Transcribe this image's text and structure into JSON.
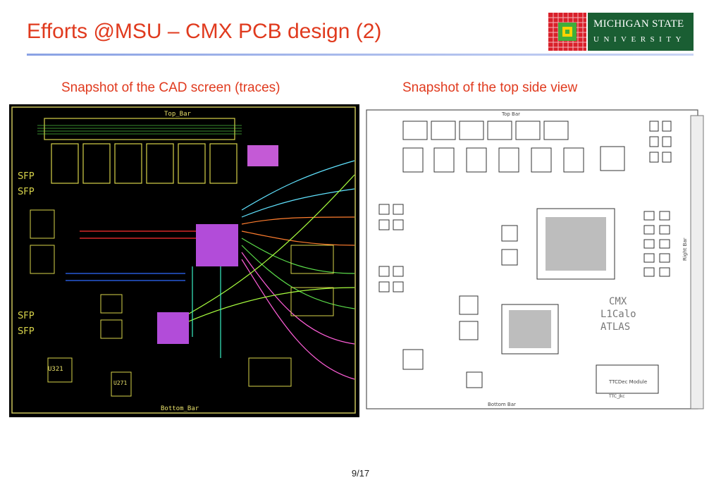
{
  "slide": {
    "title": "Efforts @MSU – CMX PCB design (2)",
    "page_number": "9/17"
  },
  "logo": {
    "line1": "MICHIGAN STATE",
    "line2": "UNIVERSITY",
    "brand_color": "#1a5e33"
  },
  "panels": {
    "left_caption": "Snapshot of the CAD screen (traces)",
    "right_caption": "Snapshot of the top side view"
  },
  "cad_board": {
    "top_label": "Top_Bar",
    "bottom_label": "Bottom_Bar",
    "side_labels": [
      "SFP",
      "SFP",
      "SFP",
      "SFP"
    ],
    "parts": [
      "U321",
      "U271"
    ]
  },
  "top_view": {
    "top_label": "Top Bar",
    "bottom_label": "Bottom Bar",
    "right_label": "Right Bar",
    "board_text": [
      "CMX",
      "L1Calo",
      "ATLAS"
    ],
    "module_label": "TTCDec Module",
    "connector_label": "TTC_Jkc"
  },
  "colors": {
    "accent": "#e03a1e",
    "rule": "#8aa2e4"
  }
}
